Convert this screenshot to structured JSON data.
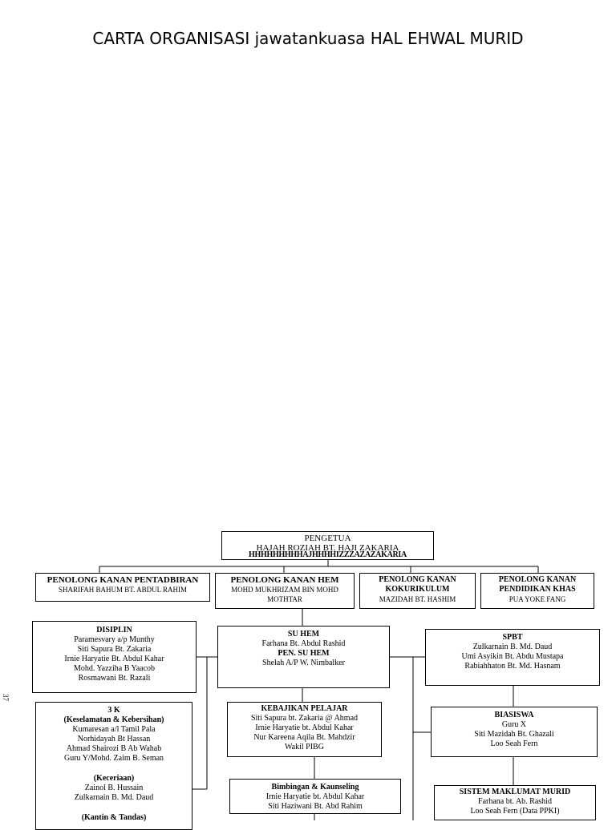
{
  "title": "CARTA ORGANISASI jawatankuasa HAL EHWAL MURID",
  "page_number": "37",
  "pengetua": {
    "title": "PENGETUA",
    "name": "HAJAH ROZIAH BT. HAJI ZAKARIA",
    "overlay": "HHHHHHHHHAJHHHHIZZZAZAZAKARIA"
  },
  "penolong_kanan": [
    {
      "title": "PENOLONG KANAN PENTADBIRAN",
      "name": "SHARIFAH BAHUM BT. ABDUL RAHIM"
    },
    {
      "title": "PENOLONG KANAN HEM",
      "name": "MOHD MUKHRIZAM BIN MOHD MOTHTAR"
    },
    {
      "title": "PENOLONG KANAN KOKURIKULUM",
      "name": "MAZIDAH BT. HASHIM"
    },
    {
      "title": "PENOLONG KANAN PENDIDIKAN KHAS",
      "name": "PUA YOKE FANG"
    }
  ],
  "disiplin": {
    "title": "DISIPLIN",
    "members": [
      "Paramesvary a/p Munthy",
      "Siti Sapura Bt. Zakaria",
      "Irnie Haryatie Bt. Abdul Kahar",
      "Mohd. Yazziha B Yaacob",
      "Rosmawani Bt. Razali"
    ]
  },
  "tiga_k": {
    "title": "3 K",
    "sub1": "(Keselamatan & Kebersihan)",
    "members1": [
      "Kumaresan a/l Tamil Pala",
      "Norhidayah Bt Hassan",
      "Ahmad Shairozi B Ab Wahab",
      "Guru Y/Mohd. Zaim B. Seman"
    ],
    "sub2": "(Keceriaan)",
    "members2": [
      "Zainol B. Hussain",
      "Zulkarnain B. Md. Daud"
    ],
    "sub3": "(Kantin & Tandas)"
  },
  "suhem": {
    "title": "SU HEM",
    "name": "Farhana Bt. Abdul Rashid",
    "title2": "PEN. SU HEM",
    "name2": "Shelah A/P W. Nimbalker"
  },
  "kebajikan": {
    "title": "KEBAJIKAN PELAJAR",
    "members": [
      "Siti Sapura bt. Zakaria @ Ahmad",
      "Irnie Haryatie bt. Abdul Kahar",
      "Nur Kareena Aqila Bt. Mahdzir",
      "Wakil PIBG"
    ]
  },
  "bimbingan": {
    "title": "Bimbingan & Kaunseling",
    "members": [
      "Irnie Haryatie bt. Abdul Kahar",
      "Siti Haziwani Bt. Abd Rahim"
    ]
  },
  "spbt": {
    "title": "SPBT",
    "members": [
      "Zulkarnain B. Md. Daud",
      "Umi Asyikin Bt. Abdu Mustapa",
      "Rabiahhaton Bt. Md. Hasnam"
    ]
  },
  "biasiswa": {
    "title": "BIASISWA",
    "members": [
      "Guru X",
      "Siti Mazidah Bt. Ghazali",
      "Loo Seah Fern"
    ]
  },
  "smm": {
    "title": "SISTEM MAKLUMAT MURID",
    "members": [
      "Farhana bt. Ab. Rashid",
      "Loo Seah Fern (Data PPKI)"
    ]
  }
}
